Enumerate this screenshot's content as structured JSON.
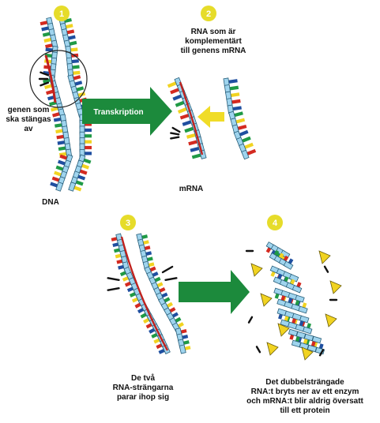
{
  "steps": {
    "step1": {
      "number": "1"
    },
    "step2": {
      "number": "2"
    },
    "step3": {
      "number": "3"
    },
    "step4": {
      "number": "4"
    }
  },
  "labels": {
    "gene_line1": "genen som",
    "gene_line2": "ska stängas",
    "gene_line3": "av",
    "dna": "DNA",
    "transcription": "Transkription",
    "rna_comp_line1": "RNA som är",
    "rna_comp_line2": "komplementärt",
    "rna_comp_line3": "till genens mRNA",
    "mrna": "mRNA",
    "pair_line1": "De två",
    "pair_line2": "RNA-strängarna",
    "pair_line3": "parar ihop sig",
    "degrade_line1": "Det dubbelsträngade",
    "degrade_line2": "RNA:t bryts ner av ett enzym",
    "degrade_line3": "och mRNA:t blir aldrig översatt",
    "degrade_line4": "till ett protein"
  },
  "colors": {
    "badge": "#e6dc2a",
    "arrow": "#1c8a3c",
    "yellow_arrow": "#f0dc28",
    "backbone": "#9fd4ee",
    "backbone_stroke": "#2a5f7a",
    "mrna_backbone": "#c0221e",
    "base_red": "#d42a20",
    "base_yellow": "#f1d321",
    "base_green": "#1f9a45",
    "base_blue": "#1f4fa0",
    "enzyme": "#f1d321"
  }
}
